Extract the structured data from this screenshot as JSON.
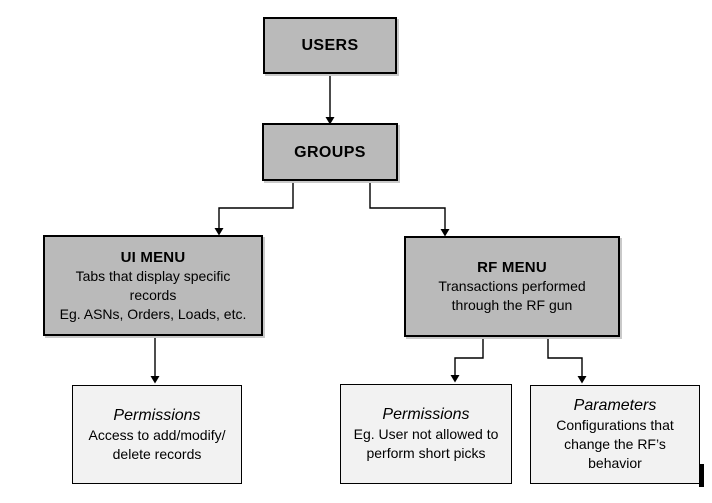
{
  "diagram": {
    "nodes": {
      "users": {
        "title": "USERS"
      },
      "groups": {
        "title": "GROUPS"
      },
      "ui_menu": {
        "title": "UI MENU",
        "lines": [
          "Tabs that display specific",
          "records",
          "Eg. ASNs, Orders, Loads, etc."
        ]
      },
      "rf_menu": {
        "title": "RF MENU",
        "lines": [
          "Transactions performed",
          "through the RF gun"
        ]
      },
      "ui_permissions": {
        "title": "Permissions",
        "lines": [
          "Access to add/modify/",
          "delete records"
        ]
      },
      "rf_permissions": {
        "title": "Permissions",
        "lines": [
          "Eg. User not allowed to",
          "perform short picks"
        ]
      },
      "rf_parameters": {
        "title": "Parameters",
        "lines": [
          "Configurations that",
          "change the RF’s",
          "behavior"
        ]
      }
    },
    "edges": [
      {
        "from": "users",
        "to": "groups"
      },
      {
        "from": "groups",
        "to": "ui_menu"
      },
      {
        "from": "groups",
        "to": "rf_menu"
      },
      {
        "from": "ui_menu",
        "to": "ui_permissions"
      },
      {
        "from": "rf_menu",
        "to": "rf_permissions"
      },
      {
        "from": "rf_menu",
        "to": "rf_parameters"
      }
    ],
    "colors": {
      "box_fill_dark": "#bababa",
      "box_fill_light": "#f2f2f2",
      "border": "#000000",
      "background": "#ffffff",
      "text": "#000000"
    }
  }
}
